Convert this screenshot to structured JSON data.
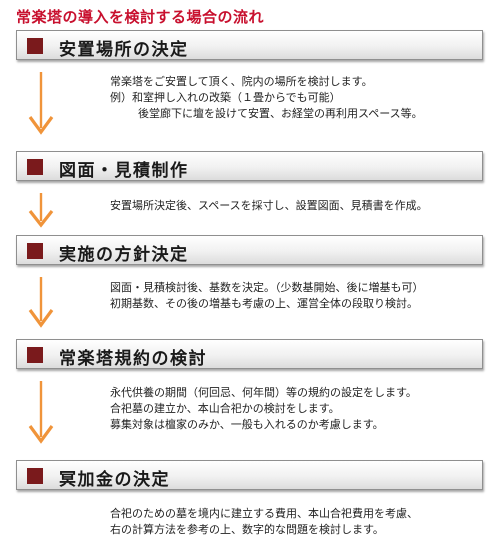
{
  "page_title": "常楽塔の導入を検討する場合の流れ",
  "colors": {
    "title_red": "#c8102e",
    "square_maroon": "#7a1a1c",
    "arrow_orange": "#f0943a"
  },
  "steps": [
    {
      "title": "安置場所の決定",
      "lines": [
        "常楽塔をご安置して頂く、院内の場所を検討します。",
        "例）和室押し入れの改築（１畳からでも可能）",
        "後堂廊下に壇を設けて安置、お経堂の再利用スペース等。"
      ]
    },
    {
      "title": "図面・見積制作",
      "lines": [
        "安置場所決定後、スペースを採寸し、設置図面、見積書を作成。"
      ]
    },
    {
      "title": "実施の方針決定",
      "lines": [
        "図面・見積検討後、基数を決定。（少数基開始、後に増基も可）",
        "初期基数、その後の増基も考慮の上、運営全体の段取り検討。"
      ]
    },
    {
      "title": "常楽塔規約の検討",
      "lines": [
        "永代供養の期間（何回忌、何年間）等の規約の設定をします。",
        "合祀墓の建立か、本山合祀かの検討をします。",
        "募集対象は檀家のみか、一般も入れるのか考慮します。"
      ]
    },
    {
      "title": "冥加金の決定",
      "lines": [
        "合祀のための墓を境内に建立する費用、本山合祀費用を考慮、",
        "右の計算方法を参考の上、数字的な問題を検討します。"
      ]
    }
  ]
}
